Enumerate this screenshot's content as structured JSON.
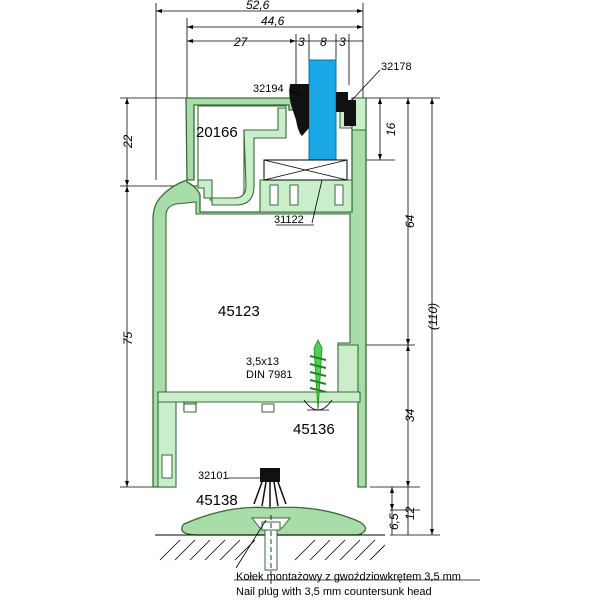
{
  "dimensions": {
    "total_width": "52,6",
    "inner_width": "44,6",
    "left_segment": "27",
    "seg_3a": "3",
    "glass_8": "8",
    "seg_3b": "3",
    "height_22": "22",
    "height_75": "75",
    "height_16": "16",
    "height_64": "64",
    "height_110": "(110)",
    "height_34": "34",
    "height_6_5": "6,5",
    "height_12": "12"
  },
  "parts": {
    "p32194": "32194",
    "p32178": "32178",
    "p20166": "20166",
    "p31122": "31122",
    "p45123": "45123",
    "screw_size": "3,5x13",
    "screw_norm": "DIN 7981",
    "p45136": "45136",
    "p32101": "32101",
    "p45138": "45138"
  },
  "note": {
    "line_pl": "Kołek montażowy z gwoździowkrętem 3,5 mm",
    "line_en": "Nail plug with 3,5 mm countersunk head"
  },
  "colors": {
    "profile": "#a8dca8",
    "glass": "#1aa7e6",
    "gasket": "#111111",
    "outline": "#3a6a3a"
  }
}
